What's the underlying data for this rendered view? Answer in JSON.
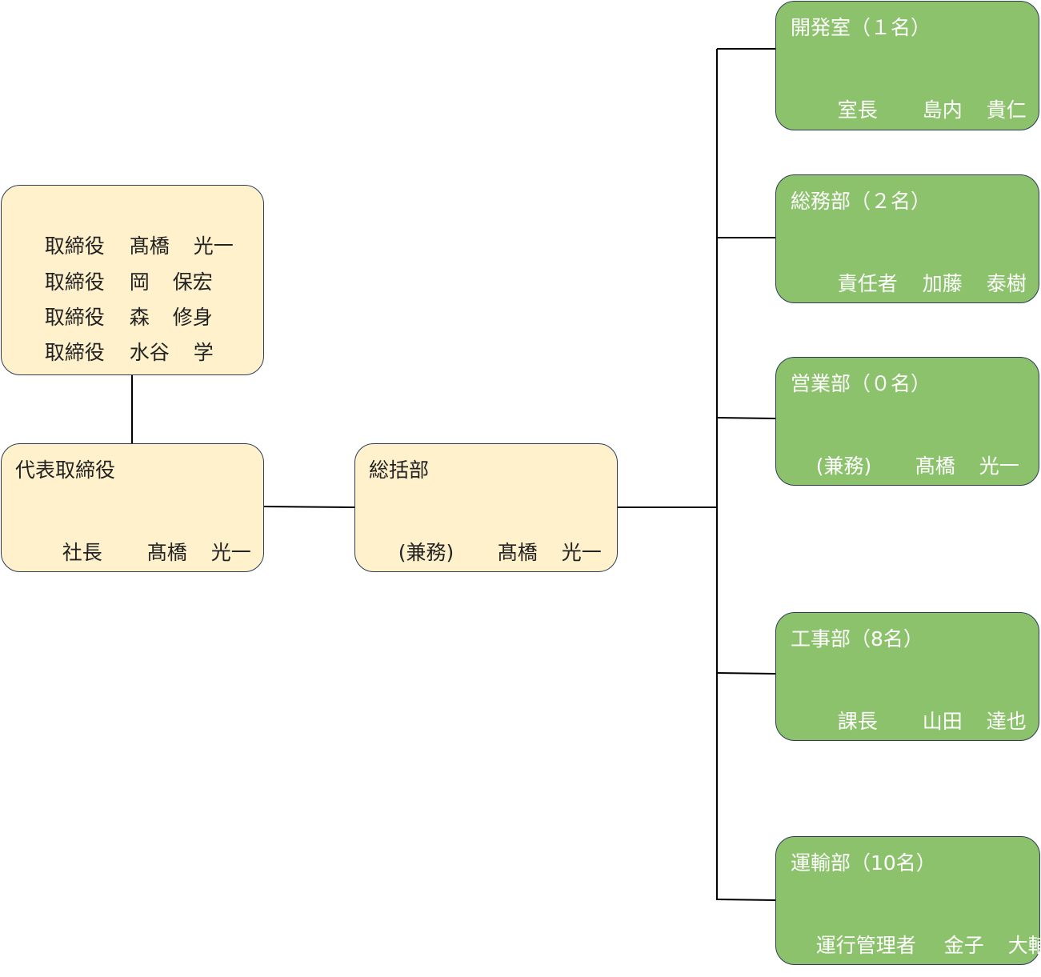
{
  "board": {
    "lines": [
      {
        "title": "取締役",
        "name_family": "髙橋",
        "name_given": "光一"
      },
      {
        "title": "取締役",
        "name_family": "岡",
        "name_given": "保宏"
      },
      {
        "title": "取締役",
        "name_family": "森",
        "name_given": "修身"
      },
      {
        "title": "取締役",
        "name_family": "水谷",
        "name_given": "学"
      }
    ]
  },
  "president": {
    "title": "代表取締役",
    "role": "社長",
    "name_family": "髙橋",
    "name_given": "光一"
  },
  "general_dept": {
    "title": "総括部",
    "role": "(兼務)",
    "name_family": "髙橋",
    "name_given": "光一"
  },
  "departments": [
    {
      "title": "開発室（１名）",
      "role": "室長",
      "name_family": "島内",
      "name_given": "貴仁"
    },
    {
      "title": "総務部（２名）",
      "role": "責任者",
      "name_family": "加藤",
      "name_given": "泰樹"
    },
    {
      "title": "営業部（０名）",
      "role": "(兼務)",
      "name_family": "髙橋",
      "name_given": "光一"
    },
    {
      "title": "工事部（8名）",
      "role": "課長",
      "name_family": "山田",
      "name_given": "達也"
    },
    {
      "title": "運輸部（10名）",
      "role": "運行管理者",
      "name_family": "金子",
      "name_given": "大輔"
    }
  ],
  "colors": {
    "executive_fill": "#fff1cc",
    "department_fill": "#8cc26c",
    "border": "#2e3d55",
    "connector": "#000000"
  }
}
